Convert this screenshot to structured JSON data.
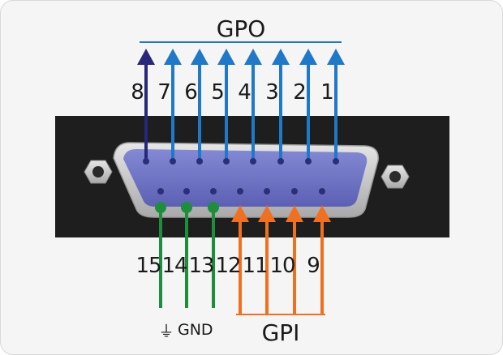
{
  "title_gpo": "GPO",
  "title_gpi": "GPI",
  "gnd_label": "GND",
  "gnd_symbol": "⏚",
  "top_pins": [
    "8",
    "7",
    "6",
    "5",
    "4",
    "3",
    "2",
    "1"
  ],
  "bottom_pins": [
    "15",
    "14",
    "13",
    "12",
    "11",
    "10",
    "9"
  ],
  "colors": {
    "gpo": "#1f78c8",
    "pin8": "#27287a",
    "gnd": "#1d8f3a",
    "gpi": "#f07020",
    "connector_body": "#6f74c4",
    "plate": "#1e1e1e",
    "metal": "#c8c8c8"
  }
}
